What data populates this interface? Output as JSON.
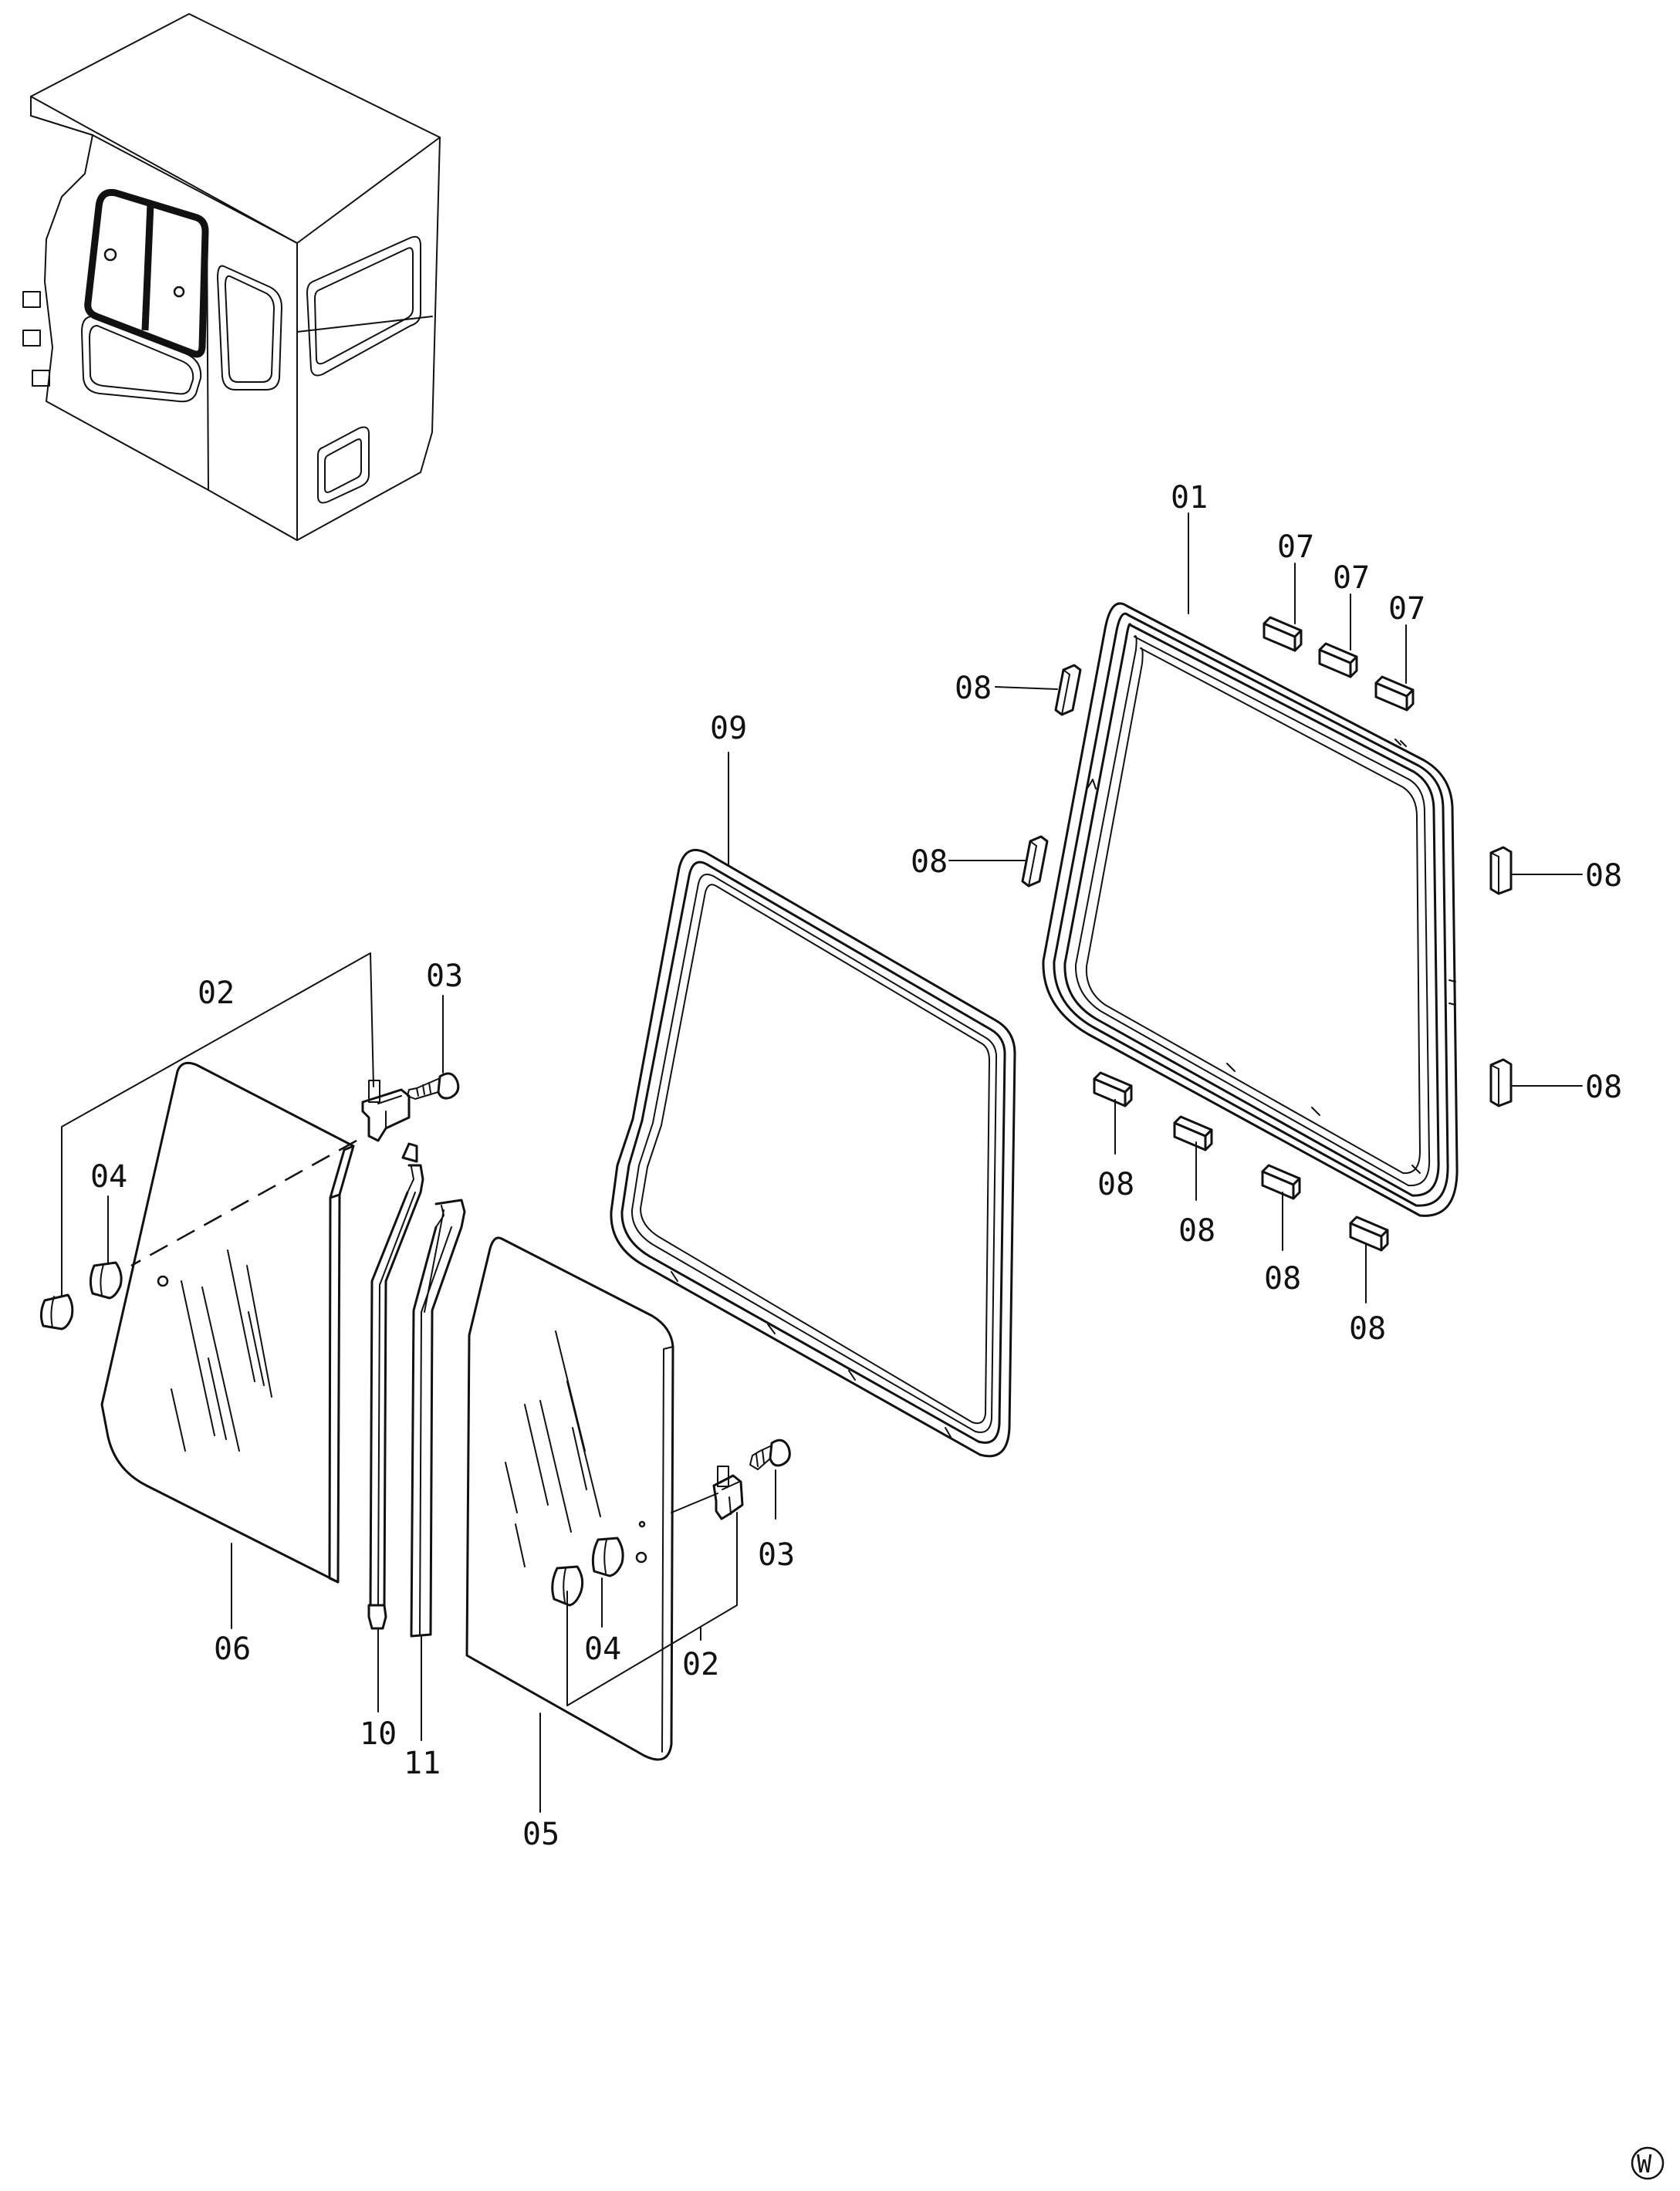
{
  "callouts": {
    "c01": "01",
    "c02a": "02",
    "c02b": "02",
    "c03a": "03",
    "c03b": "03",
    "c04a": "04",
    "c04b": "04",
    "c05": "05",
    "c06": "06",
    "c07a": "07",
    "c07b": "07",
    "c07c": "07",
    "c08a": "08",
    "c08b": "08",
    "c08c": "08",
    "c08d": "08",
    "c08e": "08",
    "c08f": "08",
    "c08g": "08",
    "c08h": "08",
    "c09": "09",
    "c10": "10",
    "c11": "11"
  },
  "mark": "W"
}
